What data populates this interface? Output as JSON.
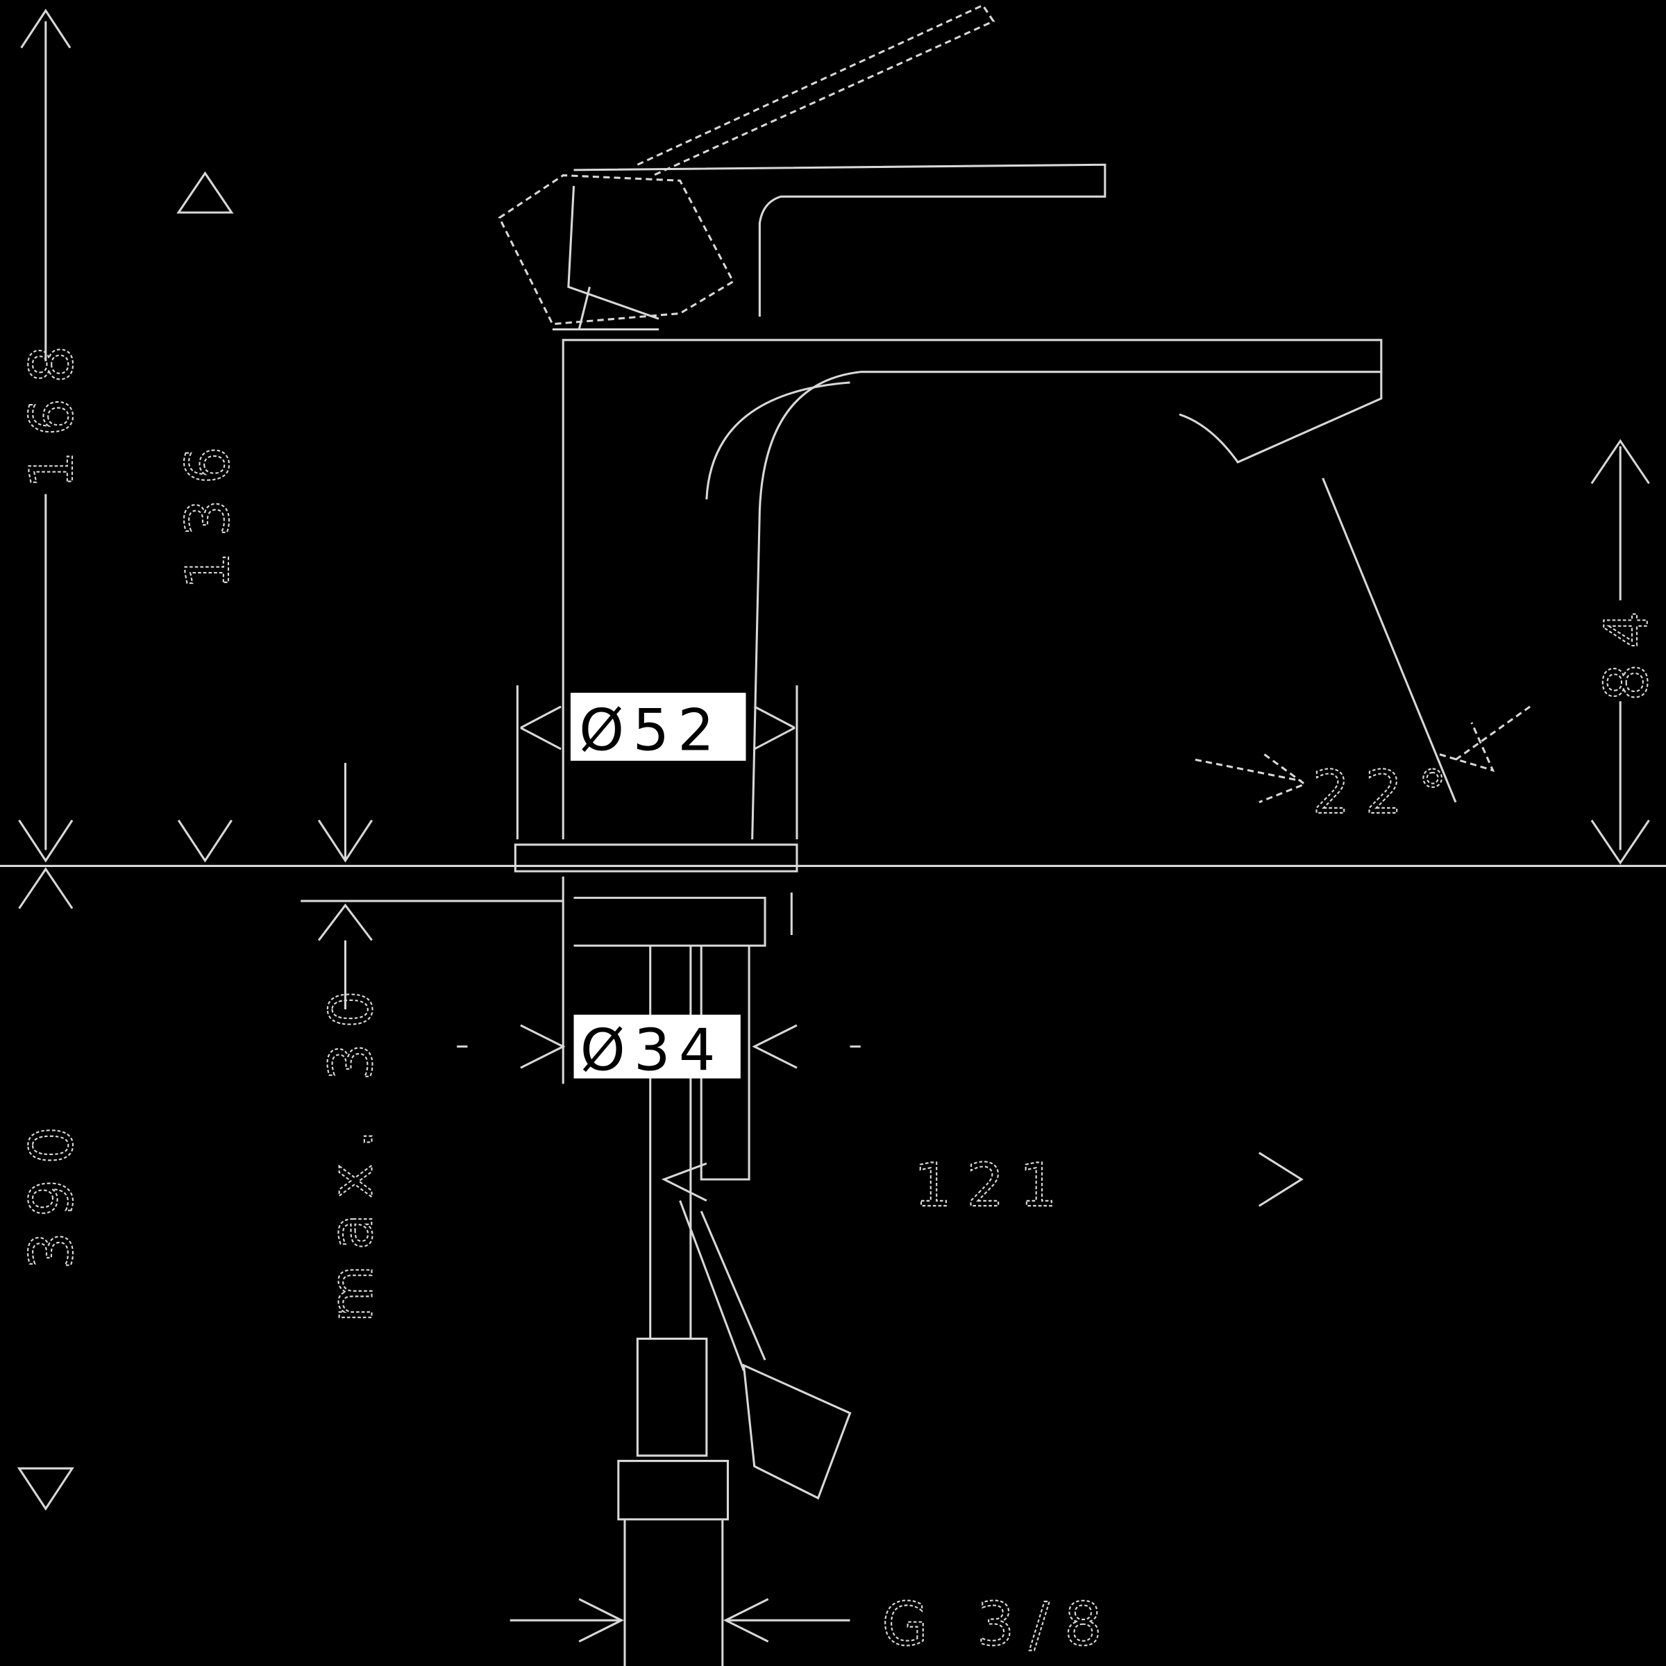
{
  "dimensions": {
    "overall_height": "168",
    "lever_height": "136",
    "body_diameter": "Ø52",
    "shank_diameter": "Ø34",
    "spout_angle": "22°",
    "spout_height": "84",
    "hose_length": "390",
    "max_deck_thickness": "max. 30",
    "spout_reach": "121",
    "thread": "G 3/8"
  },
  "colors": {
    "background": "#000000",
    "lines": "#d8d8d8",
    "label_box": "#ffffff"
  }
}
